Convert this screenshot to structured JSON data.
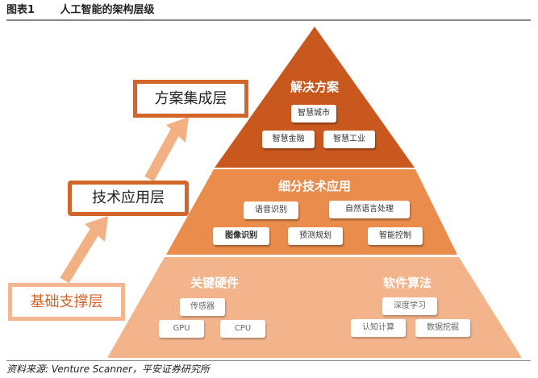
{
  "header": {
    "fig_num": "图表1",
    "title": "人工智能的架构层级"
  },
  "colors": {
    "top": "#c9581e",
    "mid": "#ea8c4b",
    "base": "#f3b48c",
    "arrow": "#f2b083",
    "box_border_dark": "#d4652a",
    "box_border_light": "#f4b68f"
  },
  "side_labels": {
    "top": "方案集成层",
    "mid": "技术应用层",
    "base": "基础支撑层"
  },
  "pyramid": {
    "top": {
      "title": "解决方案",
      "tags": [
        "智慧城市",
        "智慧金融",
        "智慧工业"
      ]
    },
    "mid": {
      "title": "细分技术应用",
      "tags": [
        "语音识别",
        "自然语言处理",
        "图像识别",
        "预测规划",
        "智能控制"
      ]
    },
    "base": {
      "left_title": "关键硬件",
      "left_tags": [
        "传感器",
        "GPU",
        "CPU"
      ],
      "right_title": "软件算法",
      "right_tags": [
        "深度学习",
        "认知计算",
        "数据挖掘"
      ]
    }
  },
  "source": "资料来源: Venture Scanner，平安证券研究所"
}
